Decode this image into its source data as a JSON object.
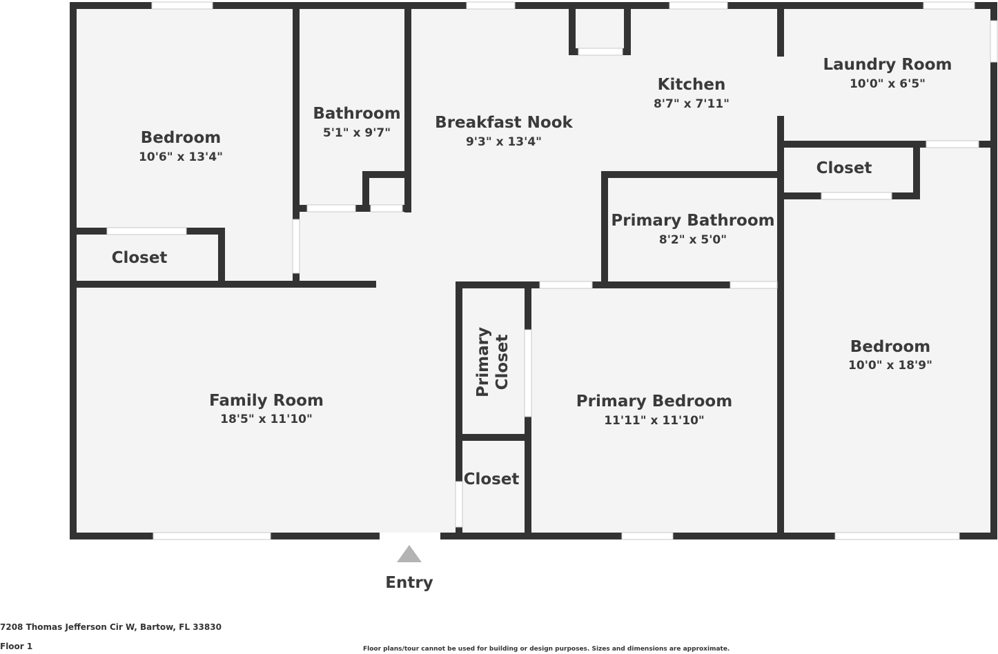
{
  "rooms": {
    "bedroom_nw": {
      "name": "Bedroom",
      "dims": "10'6\" x 13'4\""
    },
    "bathroom": {
      "name": "Bathroom",
      "dims": "5'1\" x 9'7\""
    },
    "breakfast_nook": {
      "name": "Breakfast Nook",
      "dims": "9'3\" x 13'4\""
    },
    "kitchen": {
      "name": "Kitchen",
      "dims": "8'7\" x 7'11\""
    },
    "laundry_room": {
      "name": "Laundry Room",
      "dims": "10'0\" x 6'5\""
    },
    "closet_ne": {
      "name": "Closet"
    },
    "primary_bathroom": {
      "name": "Primary Bathroom",
      "dims": "8'2\" x 5'0\""
    },
    "closet_w": {
      "name": "Closet"
    },
    "bedroom_e": {
      "name": "Bedroom",
      "dims": "10'0\" x 18'9\""
    },
    "family_room": {
      "name": "Family Room",
      "dims": "18'5\" x 11'10\""
    },
    "primary_closet": {
      "name_line1": "Primary",
      "name_line2": "Closet"
    },
    "primary_bedroom": {
      "name": "Primary Bedroom",
      "dims": "11'11\" x 11'10\""
    },
    "closet_s": {
      "name": "Closet"
    }
  },
  "entry": {
    "label": "Entry"
  },
  "footer": {
    "address": "7208 Thomas Jefferson Cir W, Bartow, FL 33830",
    "floor": "Floor 1",
    "disclaimer": "Floor plans/tour cannot be used for building or design purposes. Sizes and dimensions are approximate."
  },
  "colors": {
    "wall": "#333333",
    "floor": "#f4f4f4",
    "opening": "#ffffff",
    "entry_marker": "#b3b3b3"
  }
}
